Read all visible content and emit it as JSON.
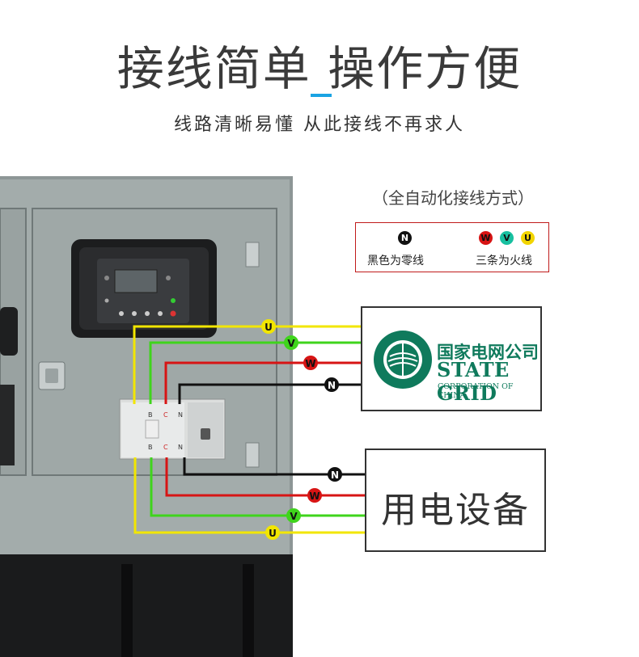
{
  "title": "接线简单 操作方便",
  "subtitle": "线路清晰易懂  从此接线不再求人",
  "mode_label": "（全自动化接线方式）",
  "legend": {
    "neutral_text": "黑色为零线",
    "live_text": "三条为火线",
    "neutral_dot": "N",
    "live_dots": [
      "W",
      "V",
      "U"
    ]
  },
  "wires": {
    "U": {
      "label": "U",
      "color": "#f2e600"
    },
    "V": {
      "label": "V",
      "color": "#3fd41c"
    },
    "W": {
      "label": "W",
      "color": "#d71414"
    },
    "N": {
      "label": "N",
      "color": "#111111"
    }
  },
  "grid_box": {
    "name_cn": "国家电网公司",
    "name_en": "STATE GRID",
    "name_en_sub": "CORPORATION OF CHINA"
  },
  "load_box": {
    "label": "用电设备"
  },
  "switch_terminals": [
    "B",
    "C",
    "N"
  ]
}
